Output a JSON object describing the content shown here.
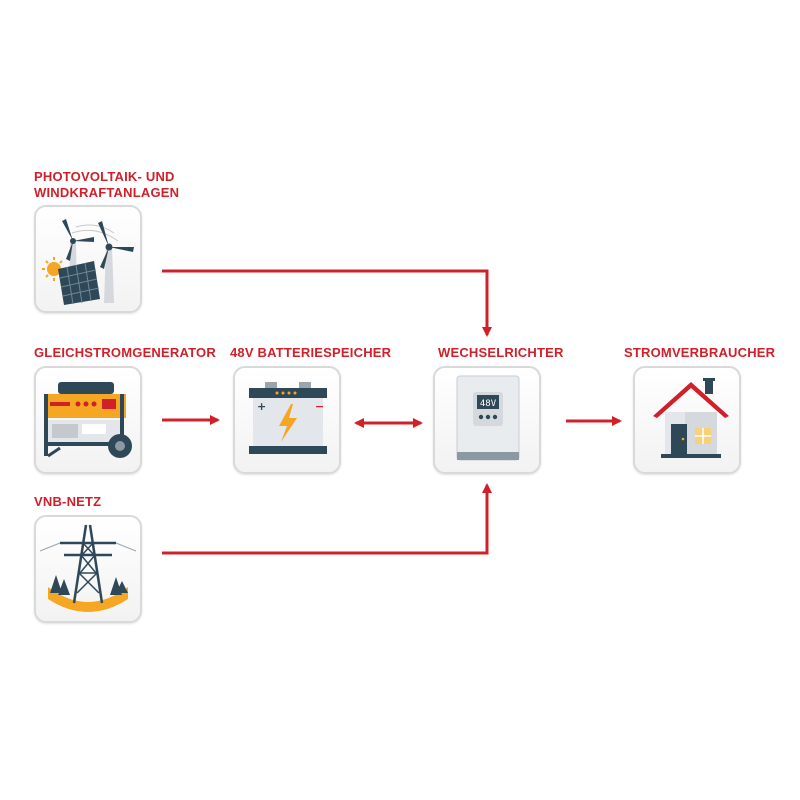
{
  "nodes": {
    "pv": {
      "label": "PHOTOVOLTAIK- UND\nWINDKRAFTANLAGEN",
      "icon": "solar-wind-icon"
    },
    "dc_generator": {
      "label": "GLEICHSTROMGENERATOR",
      "icon": "generator-icon"
    },
    "grid": {
      "label": "VNB-NETZ",
      "icon": "power-pylon-icon"
    },
    "battery": {
      "label": "48V BATTERIESPEICHER",
      "icon": "battery-icon"
    },
    "inverter": {
      "label": "WECHSELRICHTER",
      "icon": "inverter-icon",
      "display": "48V"
    },
    "consumer": {
      "label": "STROMVERBRAUCHER",
      "icon": "house-icon"
    }
  },
  "edges": [
    {
      "from": "pv",
      "to": "inverter"
    },
    {
      "from": "dc_generator",
      "to": "battery"
    },
    {
      "from": "battery",
      "to": "inverter",
      "bidirectional": true
    },
    {
      "from": "grid",
      "to": "inverter"
    },
    {
      "from": "inverter",
      "to": "consumer"
    }
  ],
  "colors": {
    "accent": "#d0202a",
    "tile_border": "#d9d9d9",
    "icon_dark": "#2f4858",
    "icon_yellow": "#f5a623"
  }
}
